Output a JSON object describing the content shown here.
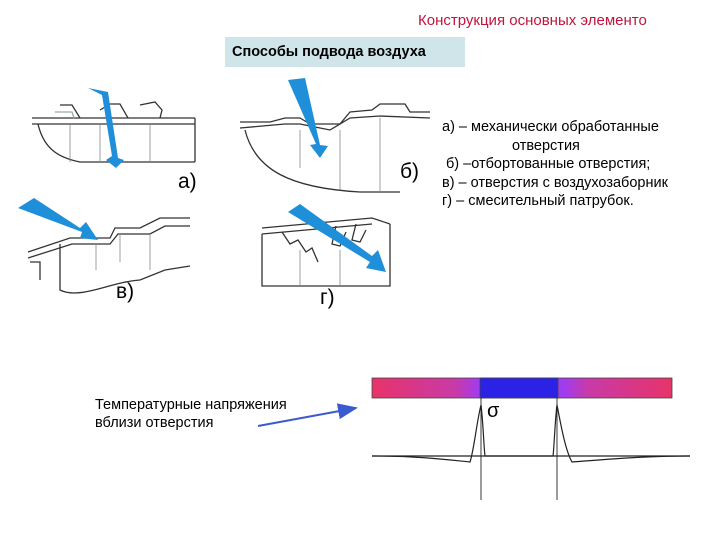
{
  "header": {
    "title": "Конструкция основных элементо",
    "subtitle": "Способы подвода воздуха"
  },
  "legend": {
    "a_line1": "а) – механически обработанные",
    "a_line2": "отверстия",
    "b": "б) –отбортованные отверстия;",
    "v": "в) – отверстия с воздухозаборник",
    "g": "г) – смесительный патрубок."
  },
  "figure_labels": {
    "a": "а)",
    "b": "б)",
    "v": "в)",
    "g": "г)"
  },
  "stress": {
    "line1": "Температурные напряжения",
    "line2": "вблизи отверстия",
    "sigma": "σ"
  },
  "colors": {
    "title": "#c0143c",
    "subtitle_bg": "#cfe5ea",
    "flow_arrow": "#1e8fd8",
    "pointer_arrow": "#3a5bd0",
    "stress_bar_left": "#e8336a",
    "stress_bar_mid": "#a03cf0",
    "stress_bar_center": "#2b22e6"
  }
}
